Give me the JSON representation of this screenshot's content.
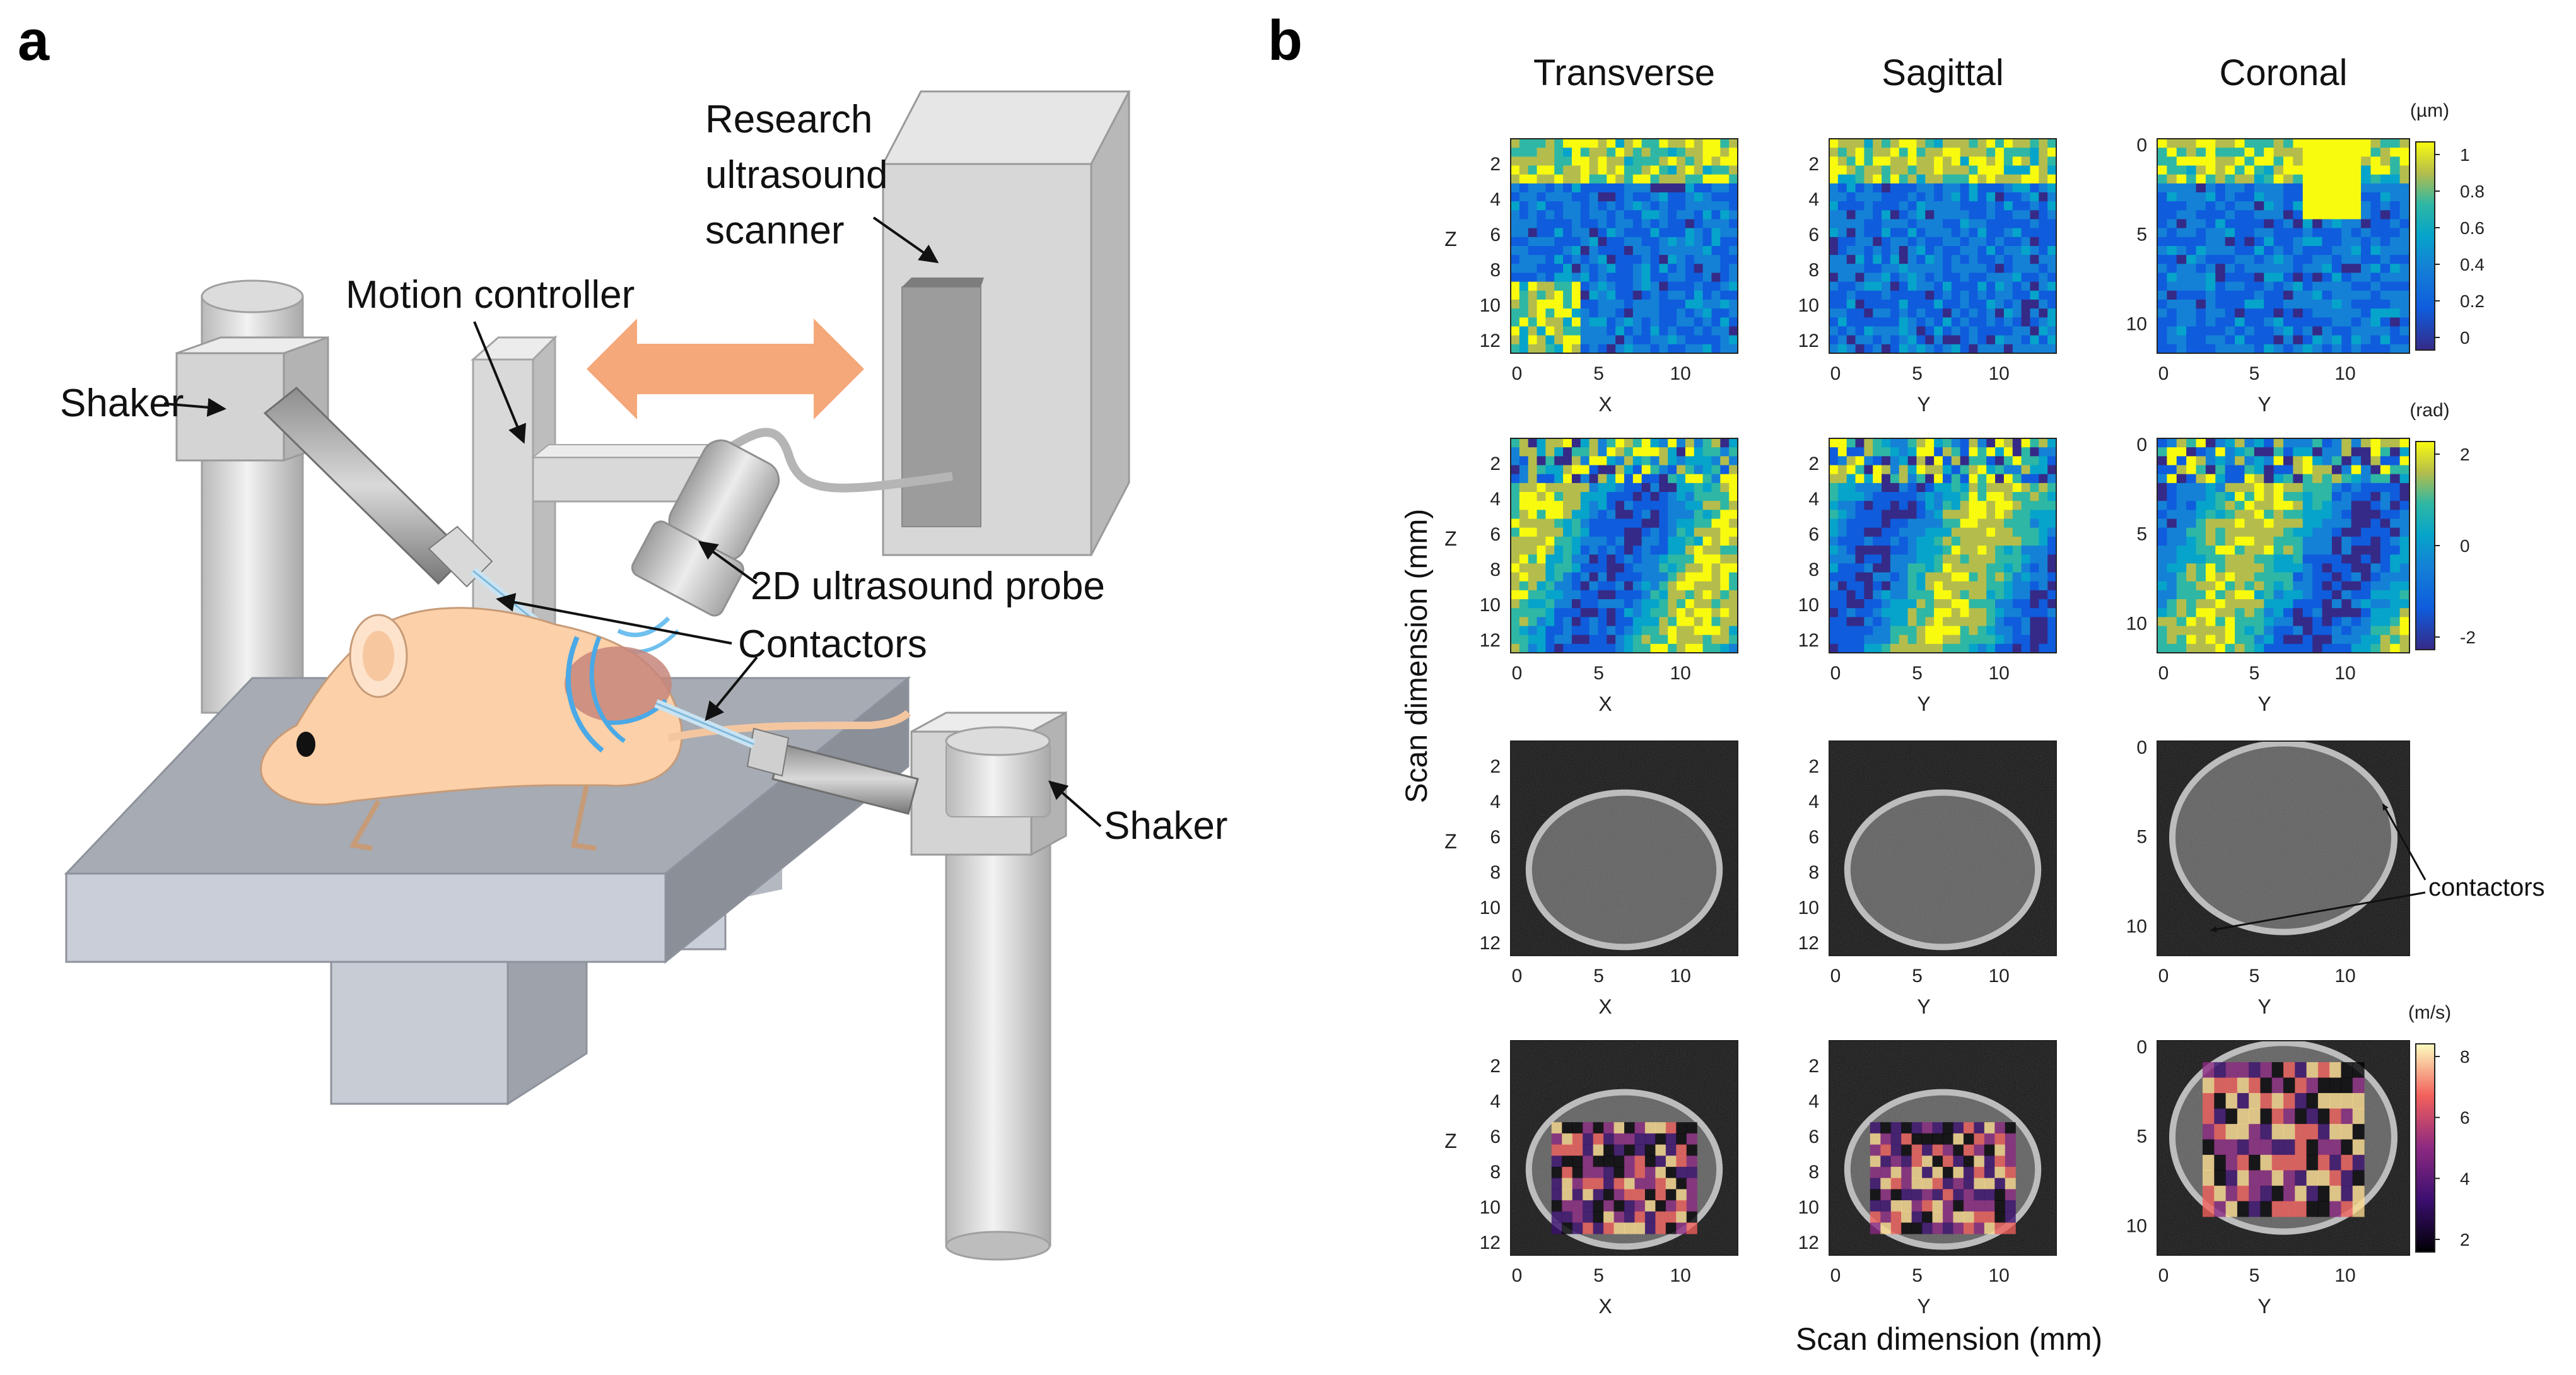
{
  "panel_a": {
    "letter": "a",
    "labels": {
      "research_line1": "Research",
      "research_line2": "ultrasound",
      "research_line3": "scanner",
      "motion": "Motion controller",
      "shaker_left": "Shaker",
      "probe": "2D ultrasound probe",
      "contactors": "Contactors",
      "shaker_right": "Shaker"
    }
  },
  "panel_b": {
    "letter": "b",
    "columns": [
      "Transverse",
      "Sagittal",
      "Coronal"
    ],
    "y_axis_label": "Scan dimension (mm)",
    "x_axis_label": "Scan dimension (mm)",
    "contactors_label": "contactors",
    "rows": [
      {
        "unit": "(µm)",
        "cbar_ticks": [
          "1",
          "0.8",
          "0.6",
          "0.4",
          "0.2",
          "0"
        ],
        "cmap": "parula"
      },
      {
        "unit": "(rad)",
        "cbar_ticks": [
          "2",
          "0",
          "-2"
        ],
        "cmap": "parula"
      },
      {
        "unit": "",
        "cbar_ticks": [],
        "cmap": "gray"
      },
      {
        "unit": "(m/s)",
        "cbar_ticks": [
          "8",
          "6",
          "4",
          "2"
        ],
        "cmap": "magma"
      }
    ],
    "axes": {
      "transverse": {
        "xlabel": "X",
        "ylabel": "Z",
        "xticks": [
          "0",
          "5",
          "10"
        ],
        "yticks": [
          "2",
          "4",
          "6",
          "8",
          "10",
          "12"
        ]
      },
      "sagittal": {
        "xlabel": "Y",
        "ylabel": "",
        "xticks": [
          "0",
          "5",
          "10"
        ],
        "yticks": [
          "2",
          "4",
          "6",
          "8",
          "10",
          "12"
        ]
      },
      "coronal": {
        "xlabel": "Y",
        "ylabel": "",
        "xticks": [
          "0",
          "5",
          "10"
        ],
        "yticks": [
          "0",
          "5",
          "10"
        ]
      }
    }
  }
}
